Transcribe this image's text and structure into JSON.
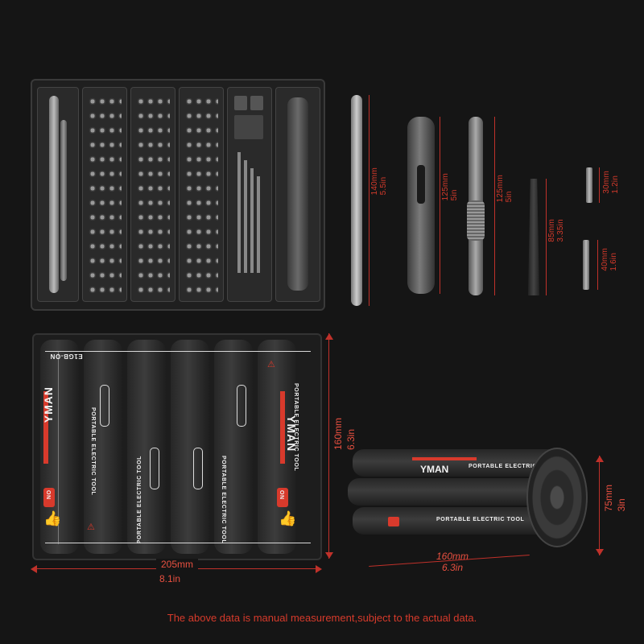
{
  "top_section": {
    "tools": [
      {
        "name": "spudger",
        "metric": "140mm",
        "imperial": "5.5in"
      },
      {
        "name": "electric-screwdriver",
        "metric": "125mm",
        "imperial": "5in"
      },
      {
        "name": "bit-holder",
        "metric": "125mm",
        "imperial": "5in"
      },
      {
        "name": "tweezers",
        "metric": "85mm",
        "imperial": "3.35in"
      },
      {
        "name": "short-bit",
        "metric": "30mm",
        "imperial": "1.2in"
      },
      {
        "name": "long-bit",
        "metric": "40mm",
        "imperial": "1.6in"
      }
    ]
  },
  "flat_case": {
    "width_metric": "205mm",
    "width_imperial": "8.1in",
    "height_metric": "160mm",
    "height_imperial": "6.3in",
    "brand": "YMAN",
    "print_text": "PORTABLE ELECTRIC TOOL",
    "model": "E1GB-ON",
    "badge": "ON"
  },
  "rolled_case": {
    "length_metric": "160mm",
    "length_imperial": "6.3in",
    "diameter_metric": "75mm",
    "diameter_imperial": "3in"
  },
  "footer": {
    "note": "The above data is manual measurement,subject to the actual data."
  },
  "colors": {
    "background": "#151515",
    "accent_red": "#d63a2b",
    "case_dark": "#2a2a2a"
  }
}
